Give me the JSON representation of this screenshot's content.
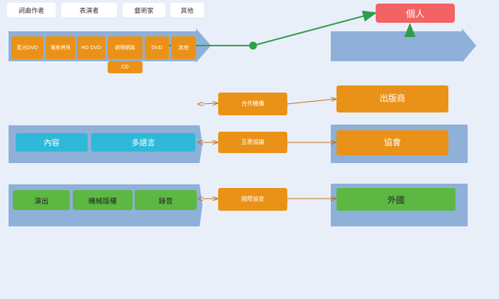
{
  "tabs": [
    "詞曲作者",
    "表演者",
    "藝術家",
    "其他"
  ],
  "media_items": [
    "藍光DVD",
    "電影拷貝",
    "HD DVD",
    "網際網路",
    "DVD",
    "其他"
  ],
  "media_cd": "CD",
  "content_items": [
    "內容",
    "多語言"
  ],
  "rights_items": [
    "演出",
    "機械版權",
    "錄音"
  ],
  "relations": {
    "cooperation": "合作機構",
    "mutual": "互惠協議",
    "international": "國際協會"
  },
  "entities": {
    "individual": "個人",
    "publisher": "出版商",
    "association": "協會",
    "foreign": "外國"
  },
  "colors": {
    "background": "#e9eff9",
    "panel": "#8eb0d9",
    "orange": "#ea9218",
    "cyan": "#2fb9d8",
    "green_box": "#5db843",
    "red": "#f36363",
    "connector_green": "#2e9e4a",
    "connector_orange": "#c06f1b"
  }
}
